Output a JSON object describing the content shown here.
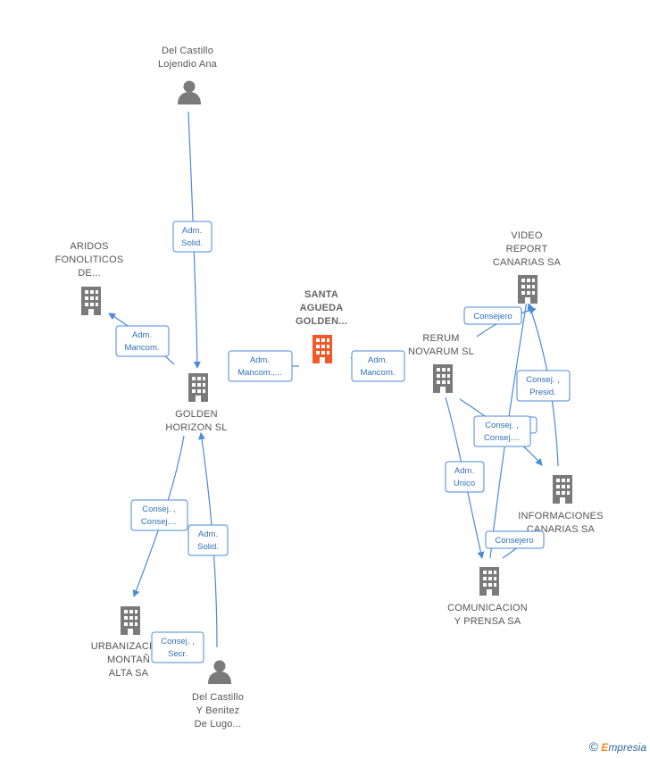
{
  "nodes": {
    "del_castillo_lojendio": {
      "line1": "Del Castillo",
      "line2": "Lojendio Ana",
      "kind": "person"
    },
    "aridos": {
      "line1": "ARIDOS",
      "line2": "FONOLITICOS",
      "line3": "DE...",
      "kind": "company"
    },
    "santa_agueda": {
      "line1": "SANTA",
      "line2": "AGUEDA",
      "line3": "GOLDEN...",
      "kind": "company-focus"
    },
    "golden_horizon": {
      "line1": "GOLDEN",
      "line2": "HORIZON SL",
      "kind": "company"
    },
    "rerum_novarum": {
      "line1": "RERUM",
      "line2": "NOVARUM  SL",
      "kind": "company"
    },
    "video_report": {
      "line1": "VIDEO",
      "line2": "REPORT",
      "line3": "CANARIAS SA",
      "kind": "company"
    },
    "informaciones": {
      "line1": "INFORMACIONES",
      "line2": "CANARIAS SA",
      "kind": "company"
    },
    "comunicacion": {
      "line1": "COMUNICACION",
      "line2": "Y PRENSA SA",
      "kind": "company"
    },
    "urbanizacion": {
      "line1": "URBANIZACI",
      "line2": "MONTAÑ",
      "line3": "ALTA SA",
      "kind": "company"
    },
    "del_castillo_benitez": {
      "line1": "Del Castillo",
      "line2": "Y Benitez",
      "line3": "De Lugo...",
      "kind": "person"
    }
  },
  "edges": {
    "e1": {
      "line1": "Adm.",
      "line2": "Solid."
    },
    "e2": {
      "line1": "Adm.",
      "line2": "Mancom."
    },
    "e3": {
      "line1": "Adm.",
      "line2": "Mancom.,..."
    },
    "e4": {
      "line1": "Adm.",
      "line2": "Mancom."
    },
    "e5": {
      "line1": "Consejero"
    },
    "e6": {
      "line1": "Consej. ,",
      "line2": "Presid."
    },
    "e7": {
      "line1": "Consej. ,",
      "line2": "Consej...."
    },
    "e8": {
      "line1": "Adm.",
      "line2": "Unico"
    },
    "e9": {
      "line1": "Consejero"
    },
    "e10": {
      "line1": "Consej. ,",
      "line2": "Consej...."
    },
    "e11": {
      "line1": "Adm.",
      "line2": "Solid."
    },
    "e12": {
      "line1": "Consej. ,",
      "line2": "Secr."
    }
  },
  "colors": {
    "edge": "#4a8ad8",
    "node_icon": "#7a7a7a",
    "focus_icon": "#f05a28"
  },
  "footer": {
    "copyright": "©",
    "brand_initial": "E",
    "brand_rest": "mpresia"
  }
}
